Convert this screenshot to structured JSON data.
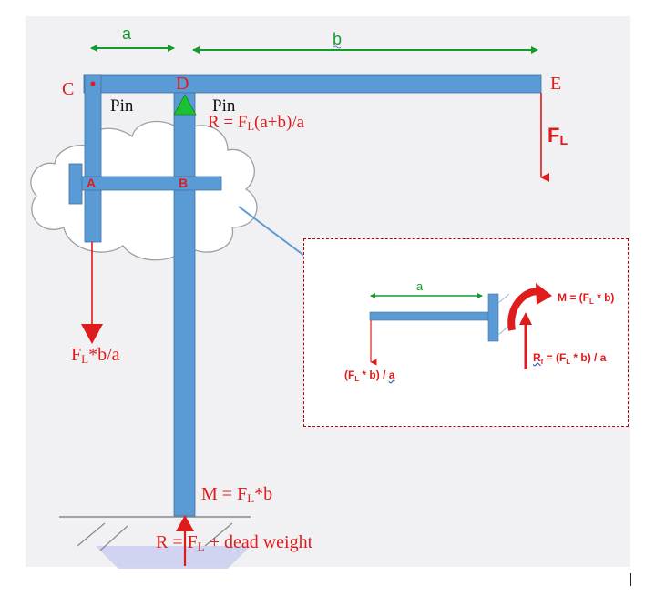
{
  "colors": {
    "beam": "#5b9bd5",
    "beam_edge": "#41729f",
    "force": "#e01b1b",
    "dimension": "#149b2c",
    "pin": "#1dbf35",
    "cloud": "#9aa0a6",
    "ground": "#c9cdf0",
    "connector": "#5b9bd5"
  },
  "dimensions": {
    "a": "a",
    "b": "b"
  },
  "points": {
    "C": "C",
    "D": "D",
    "E": "E",
    "A": "A",
    "B": "B"
  },
  "supports": {
    "pin_left": "Pin",
    "pin_right": "Pin"
  },
  "forces": {
    "reaction_D_prefix": "R = F",
    "reaction_D_sub": "L",
    "reaction_D_suffix": "(a+b)/a",
    "load_E_main": "F",
    "load_E_sub": "L",
    "load_A_main": "F",
    "load_A_sub": "L",
    "load_A_suffix": "*b/a",
    "moment_base_prefix": "M = F",
    "moment_base_sub": "L",
    "moment_base_suffix": "*b",
    "reaction_base_prefix": "R = F",
    "reaction_base_sub": "L",
    "reaction_base_suffix": " + dead weight"
  },
  "inset": {
    "dimension": "a",
    "moment_prefix": "M = (F",
    "moment_sub": "L",
    "moment_suffix": " * b)",
    "reaction_R": "R",
    "reaction_sub": "f",
    "reaction_suffix": " = (F",
    "reaction_sub2": "L",
    "reaction_end": " * b) / a",
    "tip_load_prefix": "(F",
    "tip_load_sub": "L",
    "tip_load_suffix": " * b) / ",
    "tip_load_a": "a"
  }
}
